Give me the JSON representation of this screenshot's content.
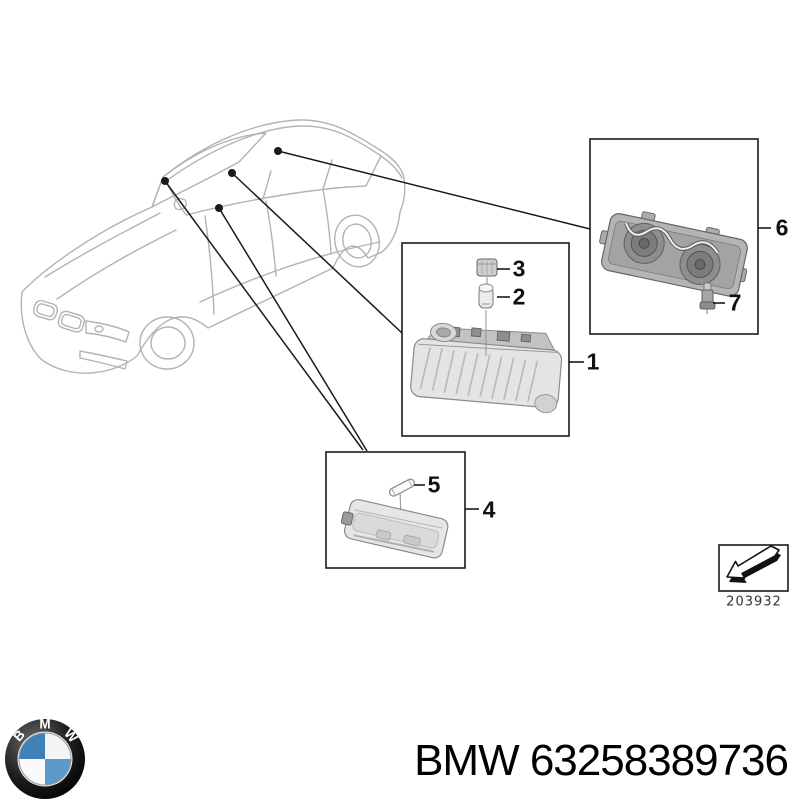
{
  "callouts": [
    "1",
    "2",
    "3",
    "4",
    "5",
    "6",
    "7"
  ],
  "stamp": {
    "number": "203932"
  },
  "footer": {
    "part_number": "BMW 63258389736",
    "logo_letters": [
      "B",
      "M",
      "W"
    ]
  },
  "colors": {
    "background": "#ffffff",
    "outline": "#1a1a1a",
    "car_line": "#b3b3b3",
    "roundel_blue_dark": "#3f80b6",
    "roundel_blue_light": "#5e9ac9",
    "label_text": "#111111"
  }
}
